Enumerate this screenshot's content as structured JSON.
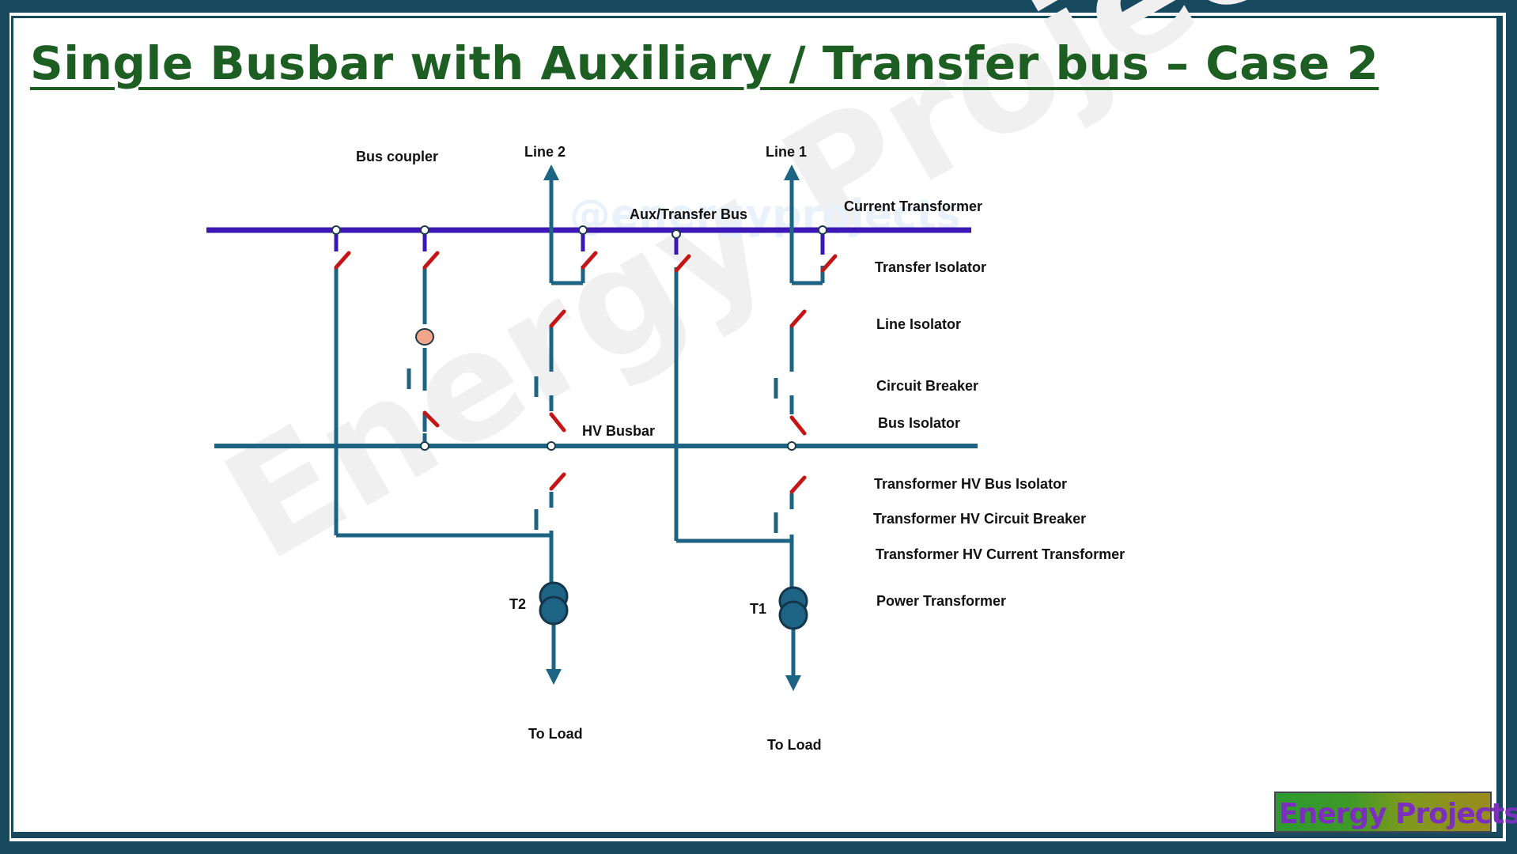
{
  "title": "Single Busbar with Auxiliary / Transfer bus – Case 2",
  "watermark": {
    "main": "Energy Projects",
    "handle": "@energyprojects"
  },
  "labels": {
    "bus_coupler": "Bus coupler",
    "line2": "Line 2",
    "line1": "Line 1",
    "aux_bus": "Aux/Transfer Bus",
    "current_transformer": "Current Transformer",
    "transfer_isolator": "Transfer Isolator",
    "line_isolator": "Line Isolator",
    "circuit_breaker": "Circuit Breaker",
    "bus_isolator": "Bus Isolator",
    "hv_busbar": "HV Busbar",
    "tr_hv_bus_isolator": "Transformer HV Bus Isolator",
    "tr_hv_circuit_breaker": "Transformer HV Circuit Breaker",
    "tr_hv_current_transformer": "Transformer HV Current Transformer",
    "power_transformer": "Power Transformer",
    "t2": "T2",
    "t1": "T1",
    "to_load_left": "To Load",
    "to_load_right": "To Load"
  },
  "logo": "Energy Projects",
  "colors": {
    "frame": "#17495f",
    "title": "#1d5f22",
    "aux_bus": "#3b17b5",
    "hv_bus": "#1d6384",
    "isolator": "#c41616",
    "ct": "#f2a58b"
  }
}
